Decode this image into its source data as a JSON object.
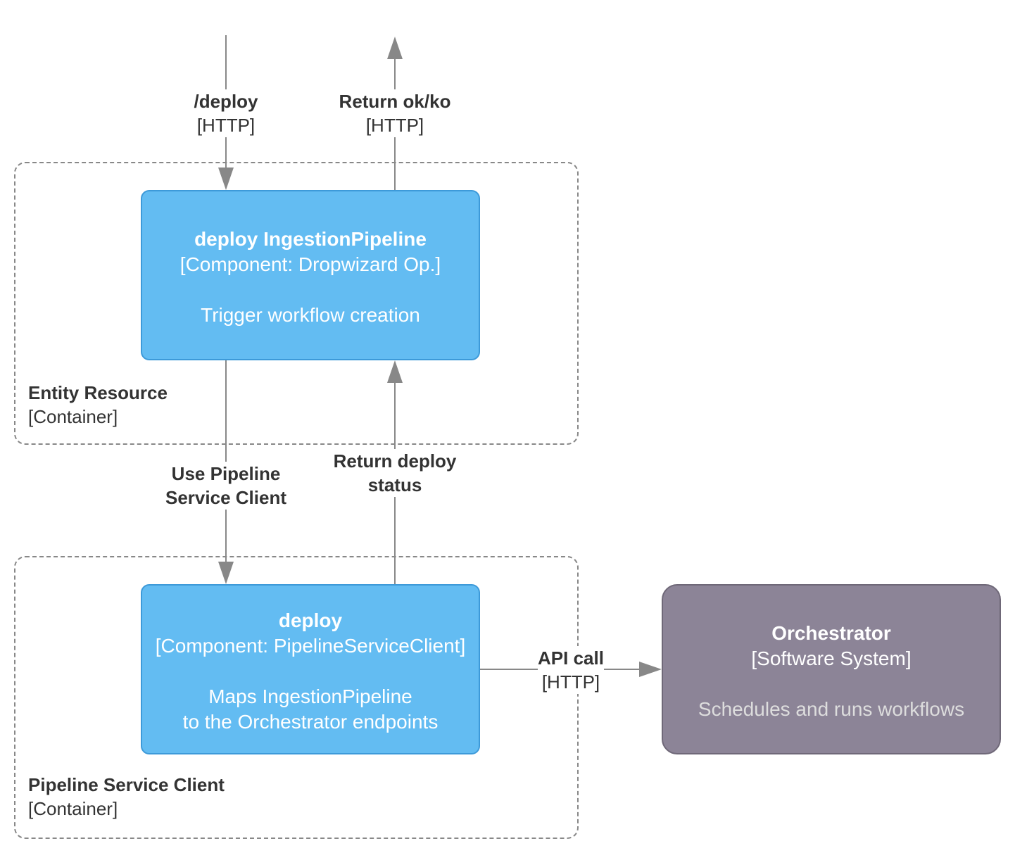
{
  "colors": {
    "component_fill": "#63bcf2",
    "component_border": "#3d9ad9",
    "system_fill": "#8c8497",
    "arrow": "#888888"
  },
  "containers": {
    "entity_resource": {
      "name": "Entity Resource",
      "kind": "[Container]"
    },
    "pipeline_service_client": {
      "name": "Pipeline Service Client",
      "kind": "[Container]"
    }
  },
  "components": {
    "deploy_ingestion": {
      "title": "deploy IngestionPipeline",
      "tech": "[Component: Dropwizard Op.]",
      "desc": "Trigger workflow creation"
    },
    "deploy_client": {
      "title": "deploy",
      "tech": "[Component: PipelineServiceClient]",
      "desc_line1": "Maps IngestionPipeline",
      "desc_line2": "to the Orchestrator endpoints"
    }
  },
  "system": {
    "title": "Orchestrator",
    "tech": "[Software System]",
    "desc": "Schedules and runs workflows"
  },
  "relations": {
    "deploy_in": {
      "name": "/deploy",
      "tech": "[HTTP]"
    },
    "return_out": {
      "name": "Return ok/ko",
      "tech": "[HTTP]"
    },
    "use_client": {
      "line1": "Use Pipeline",
      "line2": "Service Client"
    },
    "return_status": {
      "line1": "Return deploy",
      "line2": "status"
    },
    "api_call": {
      "name": "API call",
      "tech": "[HTTP]"
    }
  }
}
